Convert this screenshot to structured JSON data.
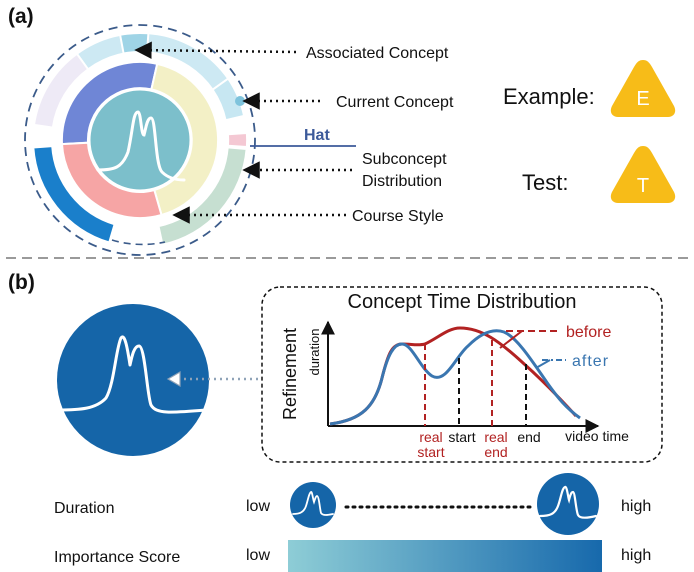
{
  "panel_a": {
    "label": "(a)",
    "annotations": {
      "associated": "Associated Concept",
      "current": "Current Concept",
      "subconcept_line1": "Subconcept",
      "subconcept_line2": "Distribution",
      "course_style": "Course Style"
    },
    "hat_label": "Hat",
    "example_label": "Example:",
    "example_badge": "E",
    "test_label": "Test:",
    "test_badge": "T"
  },
  "panel_b": {
    "label": "(b)",
    "chart_title": "Concept Time Distribution",
    "y_axis_outer": "Refinement",
    "y_axis_inner": "duration",
    "x_axis": "video time",
    "legend": {
      "before": "before",
      "after": "after"
    },
    "markers": {
      "real_start_1": "real",
      "real_start_2": "start",
      "start": "start",
      "real_end_1": "real",
      "real_end_2": "end",
      "end": "end"
    },
    "duration_label": "Duration",
    "importance_label": "Importance Score",
    "low": "low",
    "high": "high"
  },
  "colors": {
    "dark_blue": "#1565a8",
    "before": "#b22222",
    "after": "#3a76b0",
    "badge": "#f7bc18",
    "hat_line": "#3c5a9a",
    "gradient_start": "#8ecdd6",
    "gradient_end": "#1769ac"
  }
}
